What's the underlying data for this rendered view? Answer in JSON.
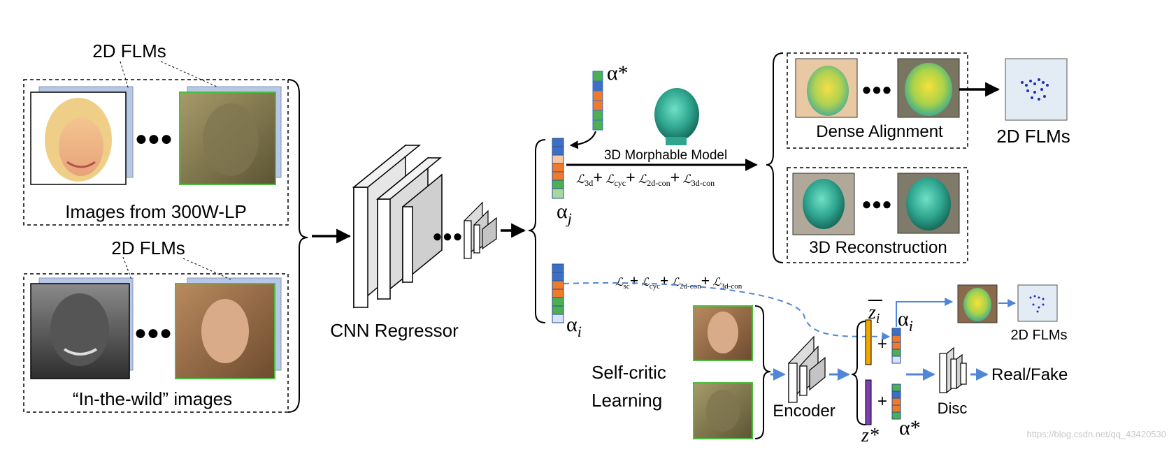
{
  "labels": {
    "flms_top": "2D FLMs",
    "images_300w": "Images from 300W-LP",
    "flms_mid": "2D FLMs",
    "in_the_wild": "“In-the-wild” images",
    "cnn_regressor": "CNN Regressor",
    "alpha_star_top": "α*",
    "alpha_j": "α",
    "alpha_j_sub": "j",
    "alpha_i": "α",
    "alpha_i_sub": "i",
    "morphable_model": "3D Morphable Model",
    "dense_alignment": "Dense Alignment",
    "flms_out": "2D FLMs",
    "reconstruction_3d": "3D Reconstruction",
    "self_critic_line1": "Self-critic",
    "self_critic_line2": "Learning",
    "encoder": "Encoder",
    "z_bar": "z",
    "z_bar_sub": "i",
    "alpha_i_right": "α",
    "alpha_i_right_sub": "i",
    "z_star": "z*",
    "alpha_star_bottom": "α*",
    "plus": "+",
    "disc": "Disc",
    "real_fake": "Real/Fake",
    "flms_small": "2D FLMs",
    "watermark": "https://blog.csdn.net/qq_43420530"
  },
  "losses": {
    "top": [
      {
        "name": "ℒ",
        "sub": "3d"
      },
      {
        "name": "ℒ",
        "sub": "cyc"
      },
      {
        "name": "ℒ",
        "sub": "2d-con"
      },
      {
        "name": "ℒ",
        "sub": "3d-con"
      }
    ],
    "bottom": [
      {
        "name": "ℒ",
        "sub": "sc"
      },
      {
        "name": "ℒ",
        "sub": "cyc"
      },
      {
        "name": "ℒ",
        "sub": "2d-con"
      },
      {
        "name": "ℒ",
        "sub": "3d-con"
      }
    ]
  },
  "colors": {
    "param_blue": "#3d6fc4",
    "param_orange": "#ef7a2a",
    "param_green": "#4caf50",
    "param_peach": "#f8c6a3",
    "stack_blue": "#b7c7e6",
    "face_green_border": "#4cbd3f",
    "flow_blue": "#4f86d8",
    "z_orange": "#f0a800",
    "z_purple": "#7a3fb0",
    "teal": "#2fa58f",
    "landmark_dot": "#1f2fbf"
  }
}
